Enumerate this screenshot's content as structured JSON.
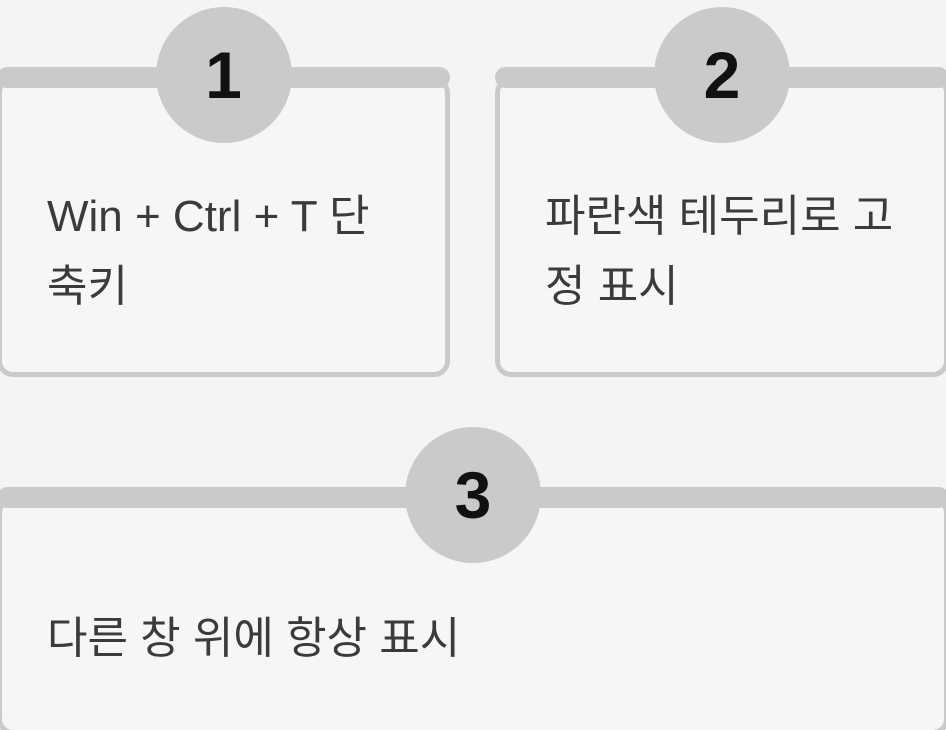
{
  "diagram": {
    "background_color": "#f5f4f5",
    "card_background_color": "#f6f6f6",
    "accent_gray": "#cacaca",
    "number_color": "#111111",
    "text_color": "#3b3b3b",
    "steps": [
      {
        "number": "1",
        "label": "Win + Ctrl + T 단축키"
      },
      {
        "number": "2",
        "label": "파란색 테두리로 고정 표시"
      },
      {
        "number": "3",
        "label": "다른 창 위에 항상 표시"
      }
    ]
  }
}
